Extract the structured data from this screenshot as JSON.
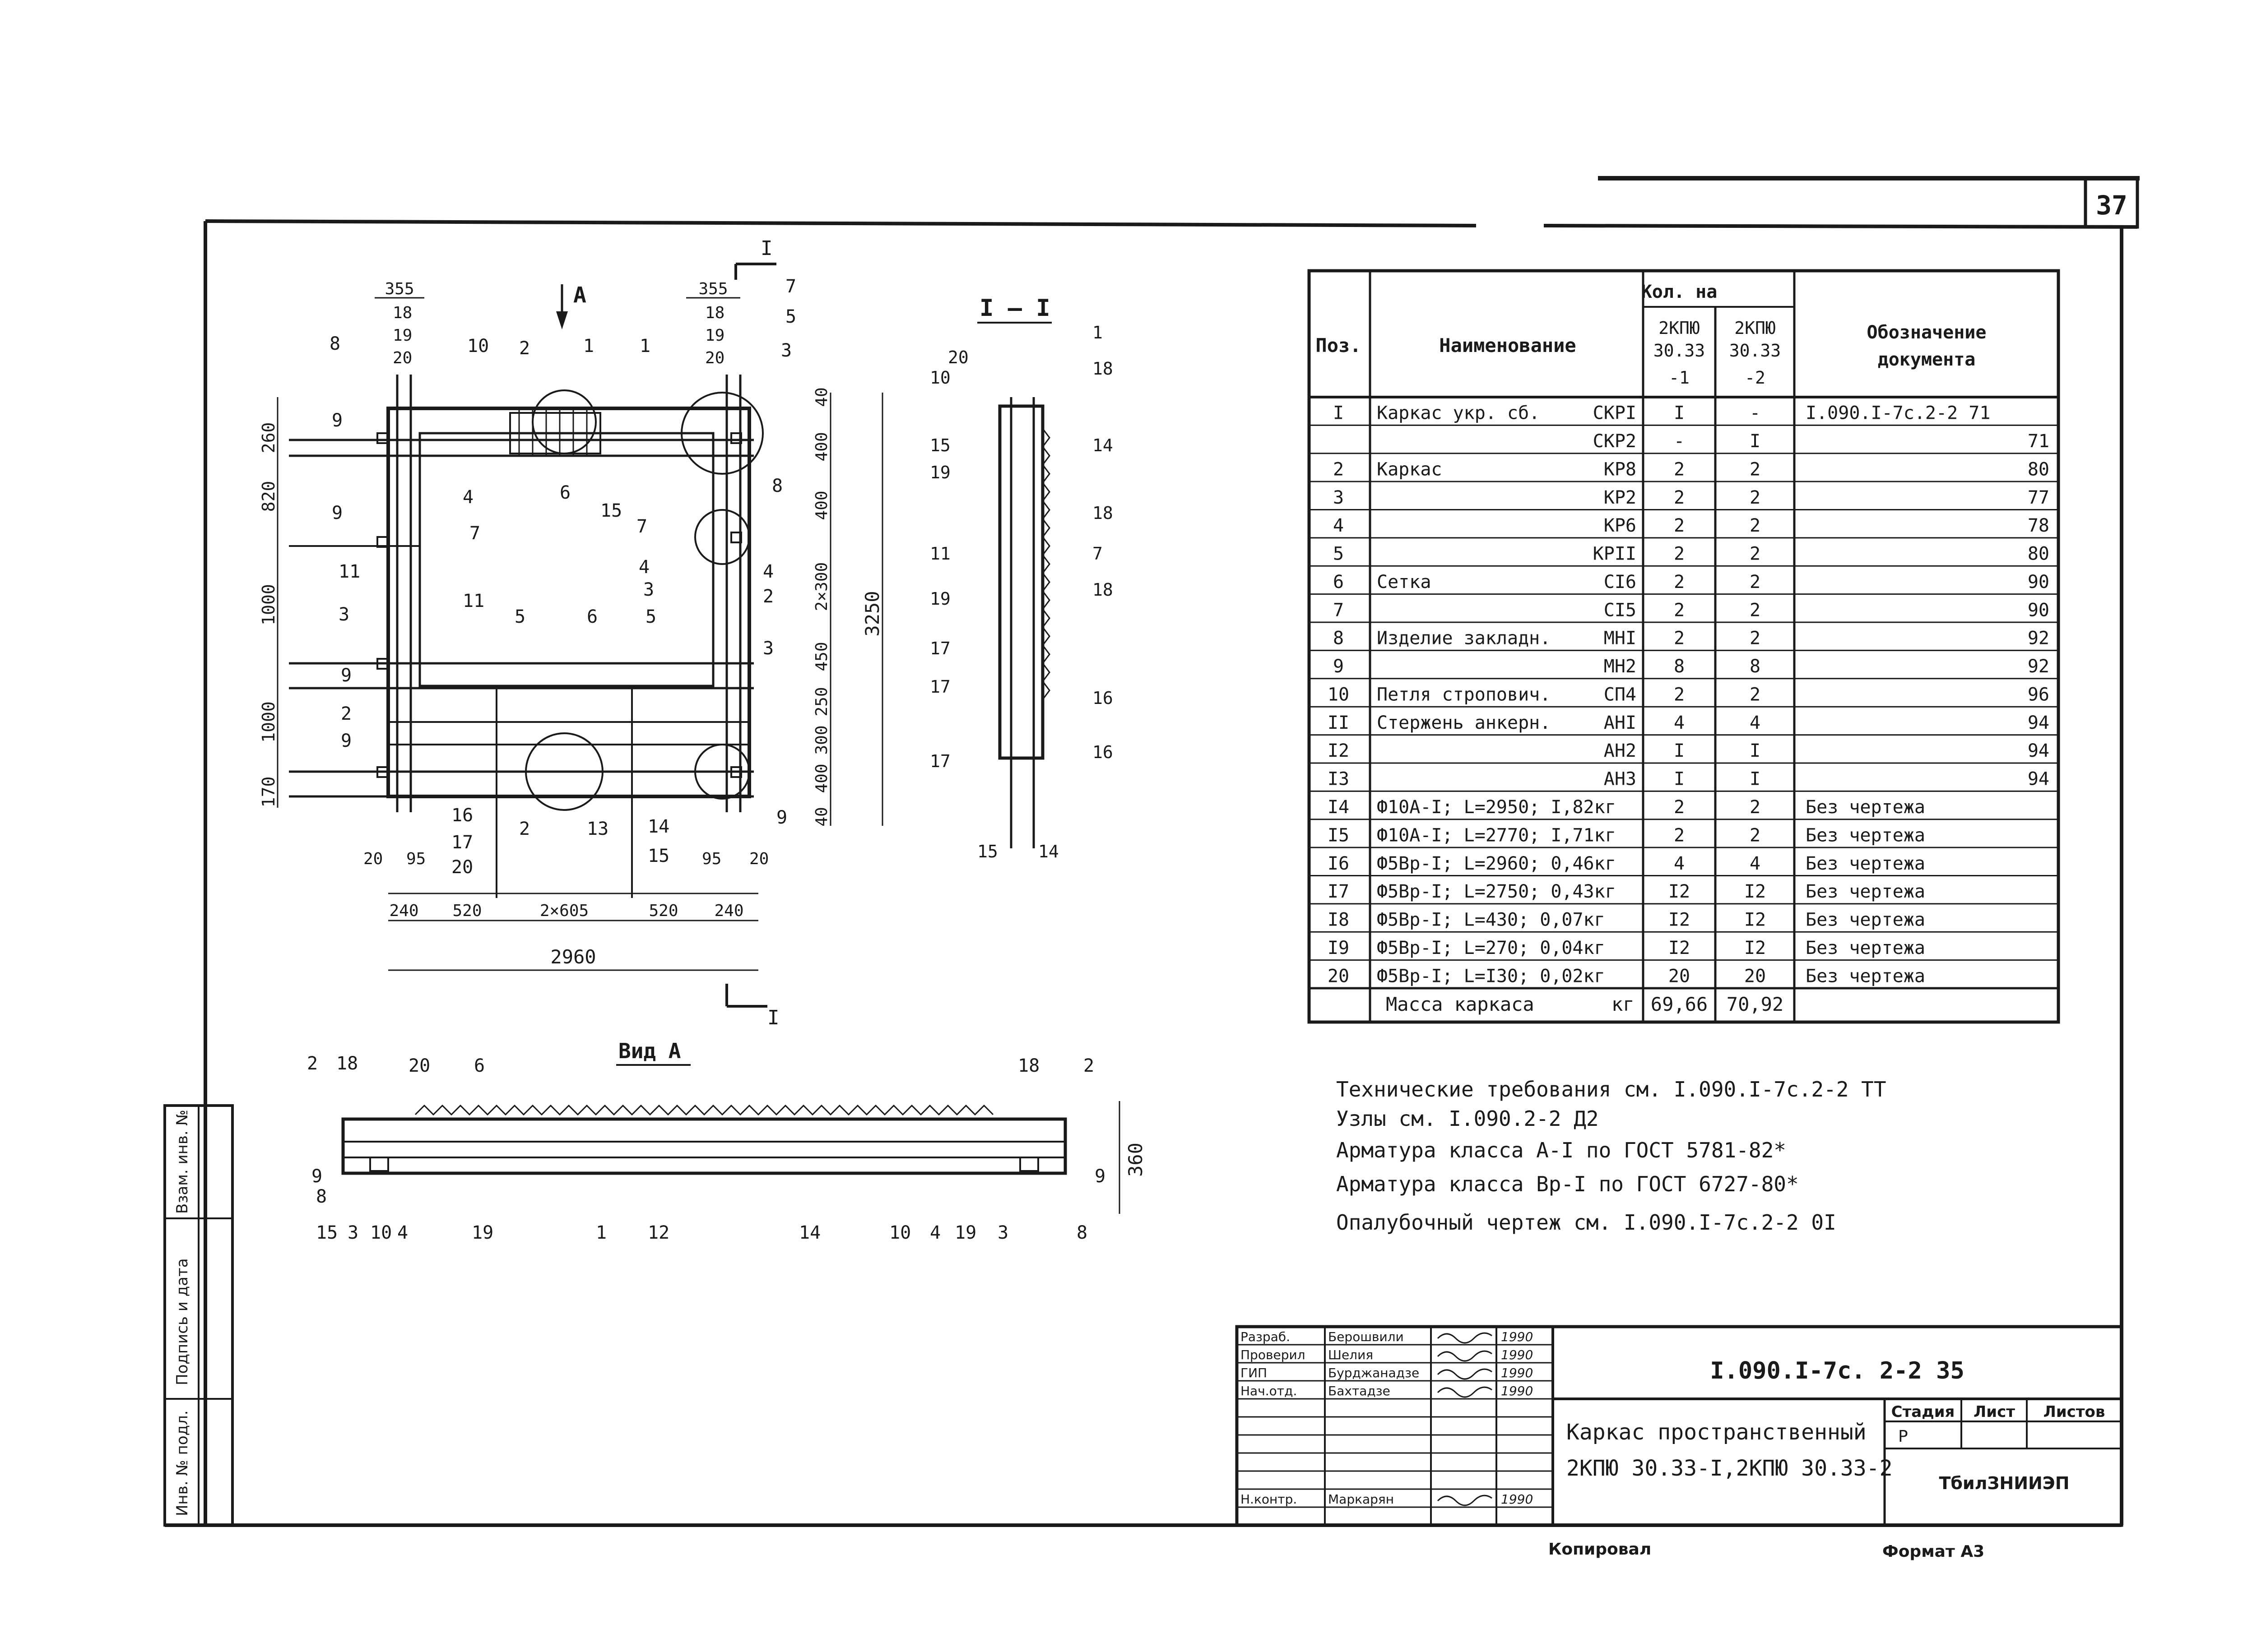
{
  "page_number": "37",
  "labels": {
    "section_arrow": "I",
    "view_arrow": "А",
    "section_title": "I — I",
    "view_title": "Вид А"
  },
  "plan_dims": {
    "top": [
      "355",
      "355"
    ],
    "top_stack": [
      "18",
      "19",
      "20"
    ],
    "left": [
      "260",
      "820",
      "1000",
      "1000",
      "170"
    ],
    "right": [
      "40",
      "400",
      "400",
      "2×300",
      "450",
      "250",
      "300",
      "400",
      "40"
    ],
    "overall_height": "3250",
    "bottom_small": [
      "20",
      "95",
      "95",
      "20"
    ],
    "bottom_chain": [
      "240",
      "520",
      "2×605",
      "520",
      "240"
    ],
    "overall_width": "2960"
  },
  "view_dims": {
    "height": "360"
  },
  "spec_table": {
    "headers": {
      "pos": "Поз.",
      "name": "Наименование",
      "qty": "Кол. на",
      "col1": [
        "2КПЮ",
        "30.33",
        "-1"
      ],
      "col2": [
        "2КПЮ",
        "30.33",
        "-2"
      ],
      "doc": [
        "Обозначение",
        "документа"
      ]
    },
    "rows": [
      {
        "pos": "I",
        "name": "Каркас укр. сб.",
        "mark": "СКРI",
        "q1": "I",
        "q2": "-",
        "doc": "I.090.I-7с.2-2 71"
      },
      {
        "pos": "",
        "name": "",
        "mark": "СКР2",
        "q1": "-",
        "q2": "I",
        "doc": "71"
      },
      {
        "pos": "2",
        "name": "Каркас",
        "mark": "КР8",
        "q1": "2",
        "q2": "2",
        "doc": "80"
      },
      {
        "pos": "3",
        "name": "",
        "mark": "КР2",
        "q1": "2",
        "q2": "2",
        "doc": "77"
      },
      {
        "pos": "4",
        "name": "",
        "mark": "КР6",
        "q1": "2",
        "q2": "2",
        "doc": "78"
      },
      {
        "pos": "5",
        "name": "",
        "mark": "КРII",
        "q1": "2",
        "q2": "2",
        "doc": "80"
      },
      {
        "pos": "6",
        "name": "Сетка",
        "mark": "СI6",
        "q1": "2",
        "q2": "2",
        "doc": "90"
      },
      {
        "pos": "7",
        "name": "",
        "mark": "СI5",
        "q1": "2",
        "q2": "2",
        "doc": "90"
      },
      {
        "pos": "8",
        "name": "Изделие закладн.",
        "mark": "МНI",
        "q1": "2",
        "q2": "2",
        "doc": "92"
      },
      {
        "pos": "9",
        "name": "",
        "mark": "МН2",
        "q1": "8",
        "q2": "8",
        "doc": "92"
      },
      {
        "pos": "10",
        "name": "Петля стропович.",
        "mark": "СП4",
        "q1": "2",
        "q2": "2",
        "doc": "96"
      },
      {
        "pos": "II",
        "name": "Стержень анкерн.",
        "mark": "АНI",
        "q1": "4",
        "q2": "4",
        "doc": "94"
      },
      {
        "pos": "I2",
        "name": "",
        "mark": "АН2",
        "q1": "I",
        "q2": "I",
        "doc": "94"
      },
      {
        "pos": "I3",
        "name": "",
        "mark": "АН3",
        "q1": "I",
        "q2": "I",
        "doc": "94"
      },
      {
        "pos": "I4",
        "name": "Ф10А-I; L=2950; I,82кг",
        "mark": "",
        "q1": "2",
        "q2": "2",
        "doc": "Без чертежа"
      },
      {
        "pos": "I5",
        "name": "Ф10А-I; L=2770; I,71кг",
        "mark": "",
        "q1": "2",
        "q2": "2",
        "doc": "Без чертежа"
      },
      {
        "pos": "I6",
        "name": "Ф5Вр-I; L=2960; 0,46кг",
        "mark": "",
        "q1": "4",
        "q2": "4",
        "doc": "Без чертежа"
      },
      {
        "pos": "I7",
        "name": "Ф5Вр-I; L=2750; 0,43кг",
        "mark": "",
        "q1": "I2",
        "q2": "I2",
        "doc": "Без чертежа"
      },
      {
        "pos": "I8",
        "name": "Ф5Вр-I; L=430; 0,07кг",
        "mark": "",
        "q1": "I2",
        "q2": "I2",
        "doc": "Без чертежа"
      },
      {
        "pos": "I9",
        "name": "Ф5Вр-I; L=270; 0,04кг",
        "mark": "",
        "q1": "I2",
        "q2": "I2",
        "doc": "Без чертежа"
      },
      {
        "pos": "20",
        "name": "Ф5Вр-I; L=I30; 0,02кг",
        "mark": "",
        "q1": "20",
        "q2": "20",
        "doc": "Без чертежа"
      }
    ],
    "mass": {
      "label": "Масса каркаса",
      "unit": "кг",
      "q1": "69,66",
      "q2": "70,92"
    }
  },
  "notes": [
    "Технические требования см. I.090.I-7с.2-2 ТТ",
    "Узлы см. I.090.2-2 Д2",
    "Арматура класса А-I по ГОСТ 5781-82*",
    "Арматура класса Вр-I по ГОСТ 6727-80*",
    "Опалубочный чертеж см. I.090.I-7с.2-2 0I"
  ],
  "title_block": {
    "code": "I.090.I-7с. 2-2 35",
    "title": [
      "Каркас пространственный",
      "2КПЮ 30.33-I,2КПЮ 30.33-2"
    ],
    "stage_header": "Стадия",
    "sheet_header": "Лист",
    "sheets_header": "Листов",
    "stage": "Р",
    "org": "ТбилЗНИИЭП",
    "people": [
      {
        "role": "Разраб.",
        "name": "Берошвили",
        "date": "1990"
      },
      {
        "role": "Проверил",
        "name": "Шелия",
        "date": "1990"
      },
      {
        "role": "ГИП",
        "name": "Бурджанадзе",
        "date": "1990"
      },
      {
        "role": "Нач.отд.",
        "name": "Бахтадзе",
        "date": "1990"
      },
      {
        "role": "Н.контр.",
        "name": "Маркарян",
        "date": "1990"
      }
    ]
  },
  "side_stamp": [
    "Инв. № подл.",
    "Подпись и дата",
    "Взам. инв. №"
  ],
  "footer": {
    "copied": "Копировал",
    "format": "Формат А3"
  }
}
